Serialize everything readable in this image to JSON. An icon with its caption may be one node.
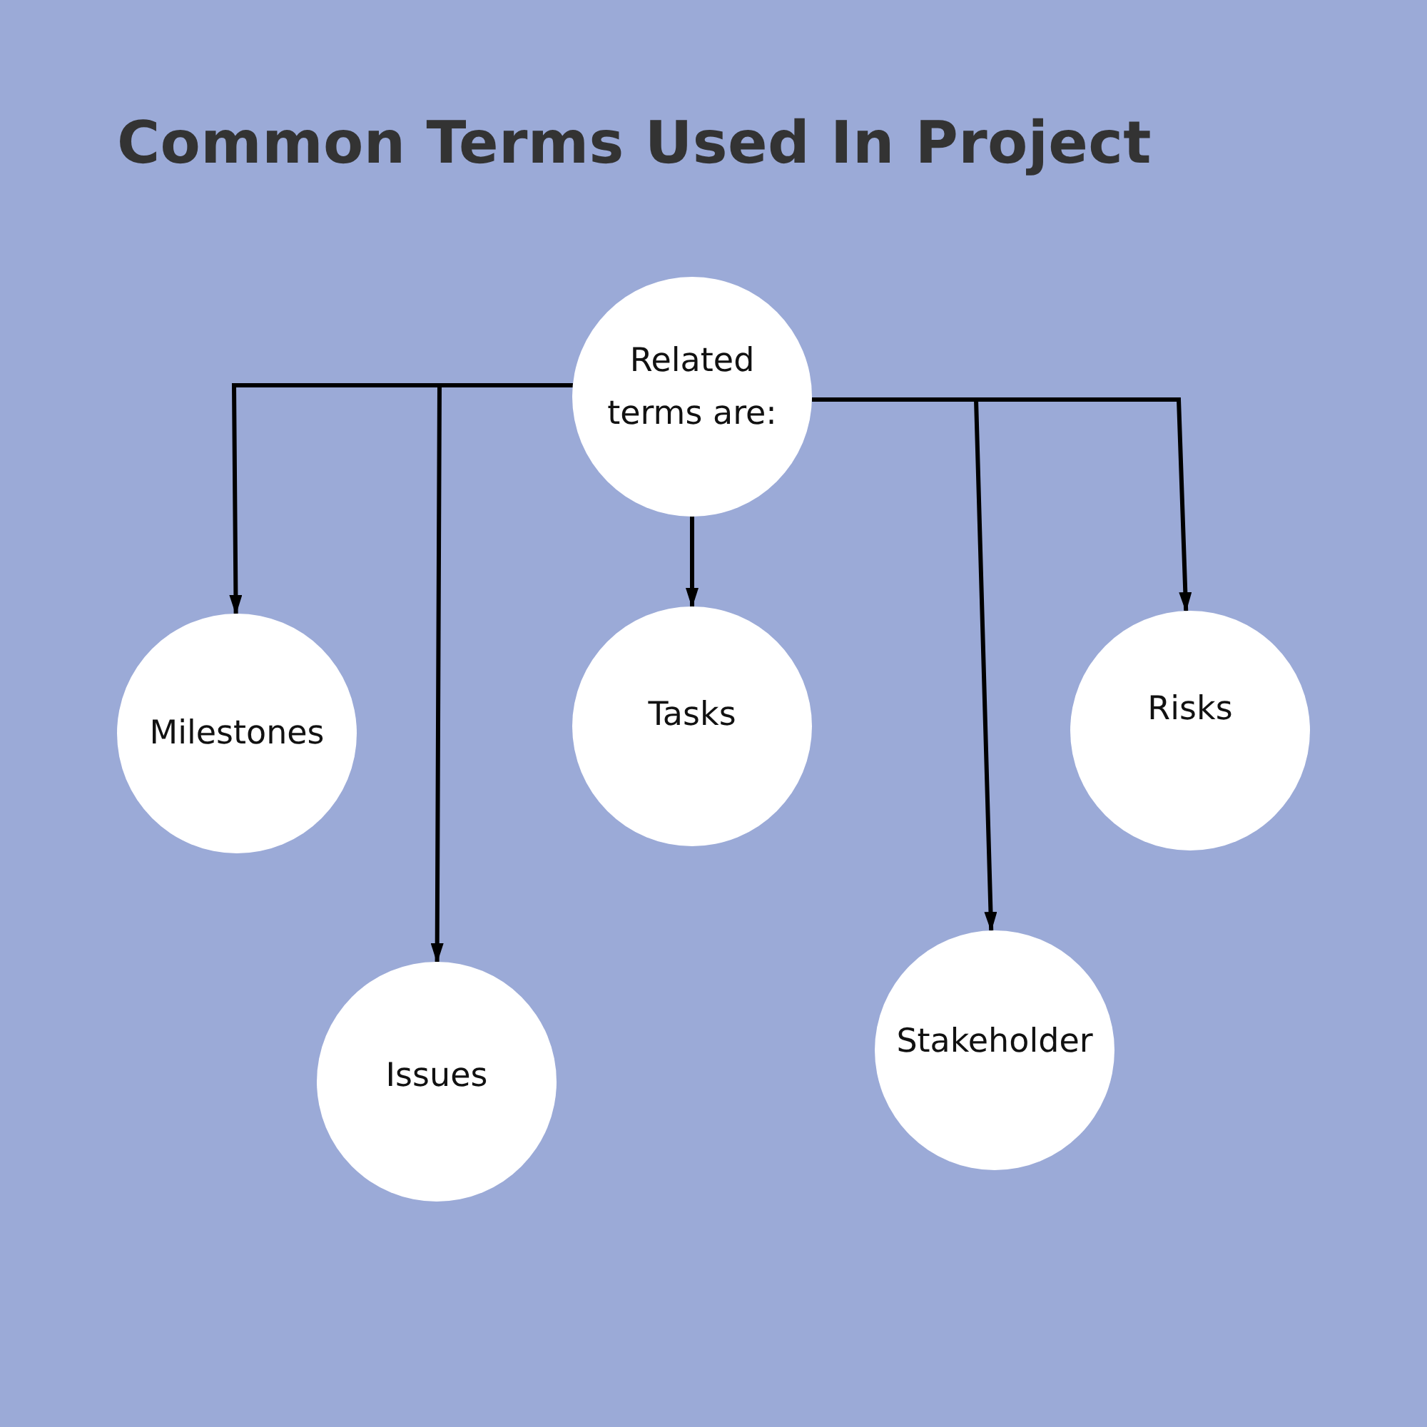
{
  "diagram": {
    "title": "Common Terms Used In Project",
    "nodes": [
      {
        "text": [
          "Related terms are:"
        ]
      },
      {
        "text": [
          "Milestones"
        ]
      },
      {
        "text": [
          "Issues"
        ]
      },
      {
        "text": [
          "Tasks"
        ]
      },
      {
        "text": [
          "Stakeholder"
        ]
      },
      {
        "text": [
          "Risks"
        ]
      }
    ],
    "edges": [
      {
        "from": 0,
        "to": 1,
        "arrow": "to"
      },
      {
        "from": 0,
        "to": 2,
        "arrow": "to"
      },
      {
        "from": 0,
        "to": 3,
        "arrow": "to"
      },
      {
        "from": 0,
        "to": 4,
        "arrow": "to"
      },
      {
        "from": 0,
        "to": 5,
        "arrow": "to"
      }
    ]
  }
}
